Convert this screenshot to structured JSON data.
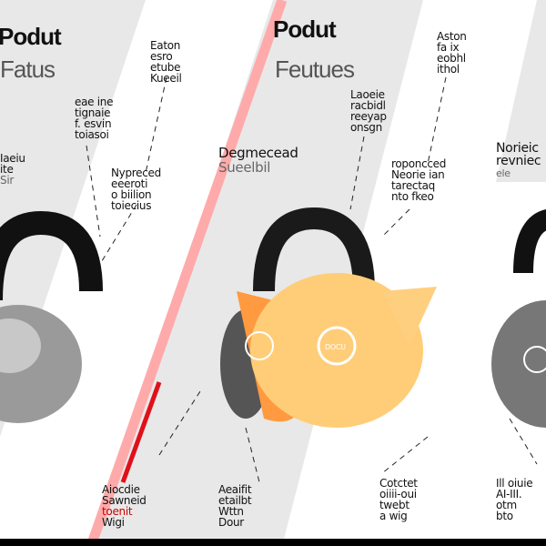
{
  "left_panel": {
    "title": "Podut",
    "subtitle": "Fatus",
    "callouts": [
      {
        "lines": [
          "Eaton",
          "esro",
          "etube",
          "Kueeil"
        ]
      },
      {
        "lines": [
          "eae ine",
          "tignaie",
          "f. esvin",
          "toiasoi"
        ]
      },
      {
        "lines": [
          "Iaeiu",
          "ite",
          "Sir"
        ]
      },
      {
        "lines": [
          "Nypreced",
          "eeeroti",
          "o biilion",
          "toiecius"
        ]
      }
    ],
    "bottom_callouts": [
      {
        "lines": [
          "Aiocdie",
          "Sawneid",
          "toenit",
          "Wigi"
        ]
      },
      {
        "lines": [
          "Aeaifit",
          "etailbt",
          "Wttn",
          "Dour"
        ]
      }
    ]
  },
  "right_panel": {
    "title": "Podut",
    "subtitle": "Feutues",
    "callouts": [
      {
        "lines": [
          "Aston",
          "fa ix",
          "eobhl",
          "ithol"
        ]
      },
      {
        "lines": [
          "Laoeie",
          "racbidl",
          "reeyap",
          "onsgn"
        ]
      },
      {
        "lines": [
          "Degmecead",
          "Sueelbil"
        ]
      },
      {
        "lines": [
          "roponcced",
          "Neorie ian",
          "tarectaq",
          "nto fkeo"
        ]
      },
      {
        "lines": [
          "Norieic",
          "revniec",
          "ele"
        ]
      }
    ],
    "bottom_callouts": [
      {
        "lines": [
          "Cotctet",
          "oiiii-oui",
          "twebt",
          "a wig"
        ]
      },
      {
        "lines": [
          "Ill oiuie",
          "AI-III.",
          "otm",
          "bto"
        ]
      }
    ]
  },
  "product": {
    "logo_text": "DOCU"
  },
  "colors": {
    "accent_line": "#ffaaaa",
    "kettlebell_orange": "#ffc870",
    "kettlebell_dark": "#1a1a1a",
    "background": "#e8e8e8"
  }
}
